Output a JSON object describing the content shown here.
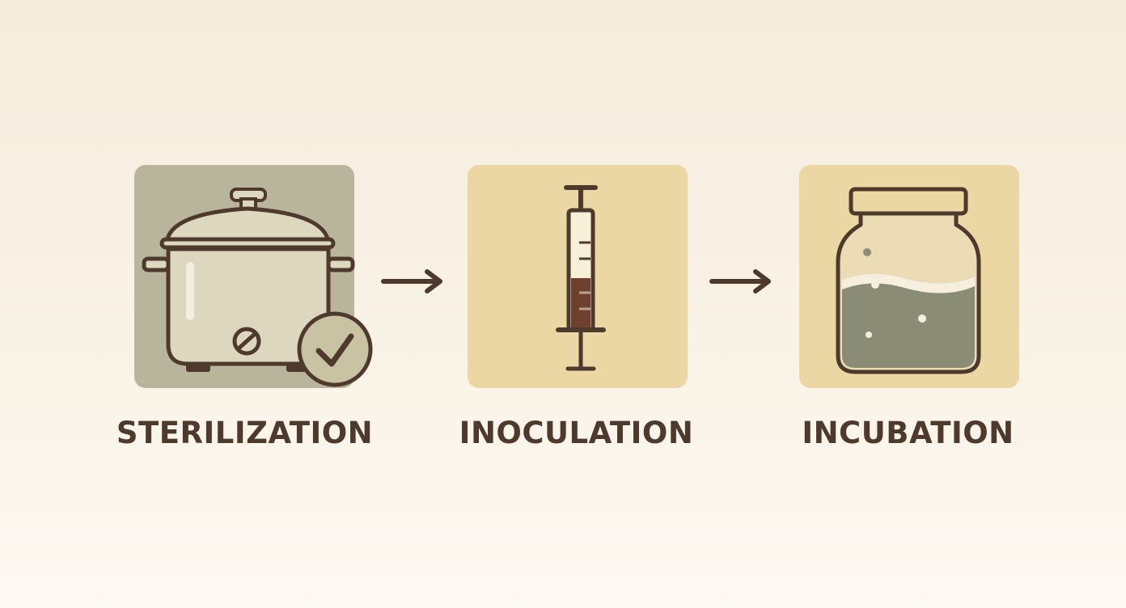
{
  "colors": {
    "ink": "#4e3a2c",
    "tile_grey": "#b9b49c",
    "tile_tan": "#ead7a4",
    "cooker_body": "#ddd7bf",
    "cooker_highlight": "#f2eee0",
    "syringe_fill": "#6e4030",
    "jar_glass": "#ebdcb5",
    "jar_liquid": "#8a8c75",
    "jar_foam": "#f6efdf",
    "check_badge": "#c9c3a4"
  },
  "steps": [
    {
      "label": "STERILIZATION",
      "icon": "pressure-cooker-icon",
      "badge": "checkmark-icon"
    },
    {
      "label": "INOCULATION",
      "icon": "syringe-icon"
    },
    {
      "label": "INCUBATION",
      "icon": "jar-icon"
    }
  ],
  "connectors": [
    {
      "icon": "arrow-right-icon"
    },
    {
      "icon": "arrow-right-icon"
    }
  ]
}
